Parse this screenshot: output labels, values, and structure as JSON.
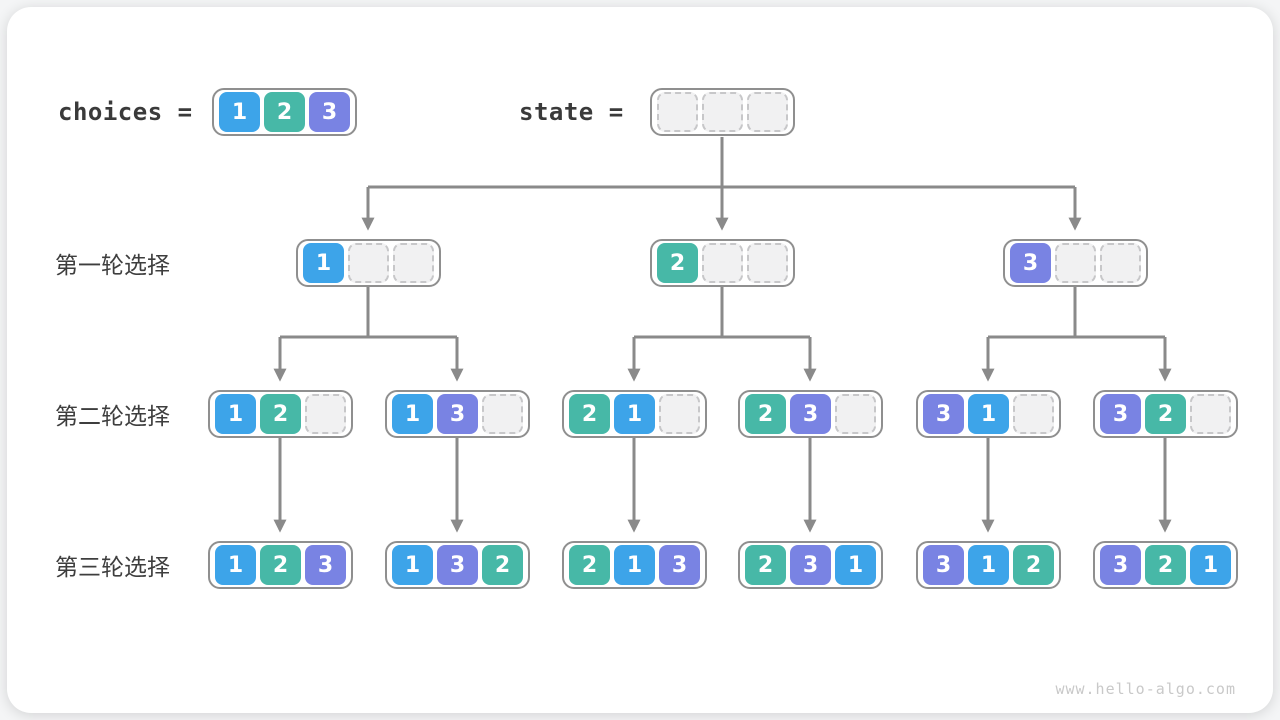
{
  "header": {
    "choices_label": "choices",
    "eq": "=",
    "choices": [
      "1",
      "2",
      "3"
    ],
    "state_label": "state",
    "state": [
      "",
      "",
      ""
    ]
  },
  "rows": [
    {
      "label": "第一轮选择",
      "nodes": [
        [
          "1",
          "",
          ""
        ],
        [
          "2",
          "",
          ""
        ],
        [
          "3",
          "",
          ""
        ]
      ]
    },
    {
      "label": "第二轮选择",
      "nodes": [
        [
          "1",
          "2",
          ""
        ],
        [
          "1",
          "3",
          ""
        ],
        [
          "2",
          "1",
          ""
        ],
        [
          "2",
          "3",
          ""
        ],
        [
          "3",
          "1",
          ""
        ],
        [
          "3",
          "2",
          ""
        ]
      ]
    },
    {
      "label": "第三轮选择",
      "nodes": [
        [
          "1",
          "2",
          "3"
        ],
        [
          "1",
          "3",
          "2"
        ],
        [
          "2",
          "1",
          "3"
        ],
        [
          "2",
          "3",
          "1"
        ],
        [
          "3",
          "1",
          "2"
        ],
        [
          "3",
          "2",
          "1"
        ]
      ]
    }
  ],
  "colors": {
    "1": "#3da4e9",
    "2": "#47b8a7",
    "3": "#7983e3"
  },
  "page": {
    "watermark": "www.hello-algo.com"
  }
}
